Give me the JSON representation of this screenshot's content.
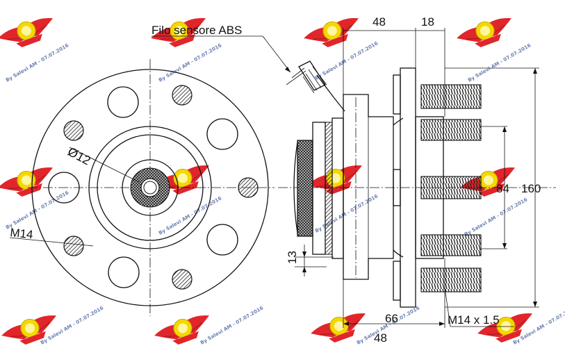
{
  "labels": {
    "abs_sensor": "Filo sensore ABS",
    "hole_diameter": "Ø12",
    "stud_thread_left": "M14",
    "dim_48_top": "48",
    "dim_18": "18",
    "dim_84": "84",
    "dim_160": "160",
    "dim_13": "13",
    "dim_48_bottom": "48",
    "dim_66": "66",
    "stud_thread_right": "M14 x 1.5"
  },
  "watermark": {
    "text": "By Salevi AM - 07.07.2016",
    "logo_color": "#e0262b",
    "badge_color": "#f5d800",
    "text_color": "#6a7fb0"
  },
  "icons": {
    "watermark_logo": "winged-badge-logo"
  }
}
